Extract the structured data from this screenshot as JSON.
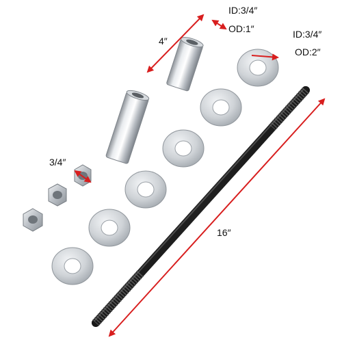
{
  "labels": {
    "tube_length": "4″",
    "tube_id": "ID:3/4″",
    "tube_od": "OD:1″",
    "washer_id": "ID:3/4″",
    "washer_od": "OD:2″",
    "nut_size": "3/4″",
    "rod_length": "16″"
  },
  "colors": {
    "dimension_arrow": "#d81e1e",
    "rod": "#1c1c1c",
    "steel": "#c9ccd0",
    "background": "#ffffff"
  }
}
